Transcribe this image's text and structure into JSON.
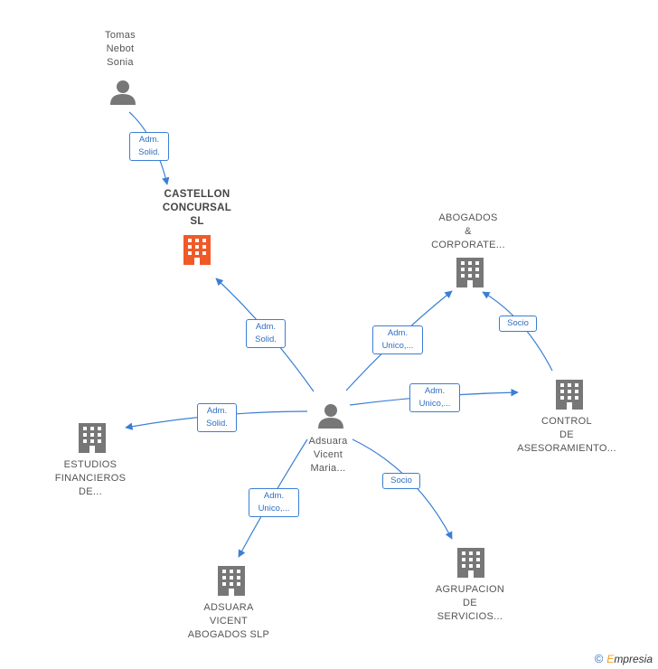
{
  "nodes": {
    "tomas": {
      "lines": [
        "Tomas",
        "Nebot",
        "Sonia"
      ]
    },
    "castellon": {
      "lines": [
        "CASTELLON",
        "CONCURSAL",
        "SL"
      ]
    },
    "abogados_corp": {
      "lines": [
        "ABOGADOS",
        "&",
        "CORPORATE..."
      ]
    },
    "adsuara": {
      "lines": [
        "Adsuara",
        "Vicent",
        "Maria..."
      ]
    },
    "estudios": {
      "lines": [
        "ESTUDIOS",
        "FINANCIEROS",
        "DE..."
      ]
    },
    "control": {
      "lines": [
        "CONTROL",
        "DE",
        "ASESORAMIENTO..."
      ]
    },
    "adsuara_slp": {
      "lines": [
        "ADSUARA",
        "VICENT",
        "ABOGADOS  SLP"
      ]
    },
    "agrupacion": {
      "lines": [
        "AGRUPACION",
        "DE",
        "SERVICIOS..."
      ]
    }
  },
  "edges": {
    "tomas_castellon": {
      "lines": [
        "Adm.",
        "Solid."
      ]
    },
    "adsuara_castellon": {
      "lines": [
        "Adm.",
        "Solid."
      ]
    },
    "adsuara_abogados": {
      "lines": [
        "Adm.",
        "Unico,..."
      ]
    },
    "control_abogados": {
      "lines": [
        "Socio"
      ]
    },
    "adsuara_estudios": {
      "lines": [
        "Adm.",
        "Solid."
      ]
    },
    "adsuara_control": {
      "lines": [
        "Adm.",
        "Unico,..."
      ]
    },
    "adsuara_slp": {
      "lines": [
        "Adm.",
        "Unico,..."
      ]
    },
    "adsuara_agrupacion": {
      "lines": [
        "Socio"
      ]
    }
  },
  "footer": {
    "copyright": "©",
    "brand_initial": "E",
    "brand_rest": "mpresia"
  },
  "colors": {
    "edge": "#3a7fd5",
    "highlight": "#f05a28",
    "company": "#777777",
    "person": "#777777"
  }
}
